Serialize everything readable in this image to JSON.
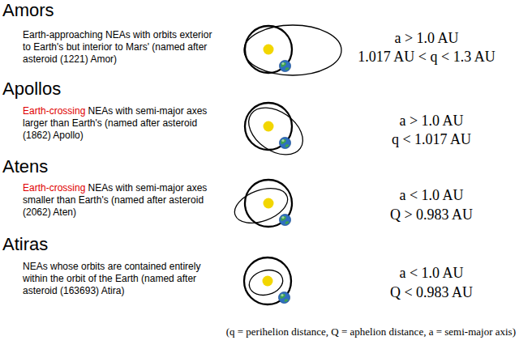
{
  "diagram": {
    "caption": "(q = perihelion distance, Q = aphelion distance, a = semi-major axis)",
    "labels": [
      "Amors",
      "Earth-approaching NEAs with orbits exterior to Earth's but interior to Mars' (named after asteroid (1221) Amor)",
      "a > 1.0 AU",
      "1.017 AU < q < 1.3 AU",
      "Apollos",
      "Earth-crossing",
      "NEAs with semi-major axes larger than Earth's (named after asteroid (1862) Apollo)",
      "a > 1.0 AU",
      "q < 1.017 AU",
      "Atens",
      "Earth-crossing",
      "NEAs with semi-major axes smaller than Earth's (named after asteroid (2062) Aten)",
      "a < 1.0 AU",
      "Q > 0.983 AU",
      "Atiras",
      "NEAs whose orbits are contained entirely within the orbit of the Earth (named after asteroid (163693) Atira)",
      "a < 1.0 AU",
      "Q < 0.983 AU"
    ]
  }
}
